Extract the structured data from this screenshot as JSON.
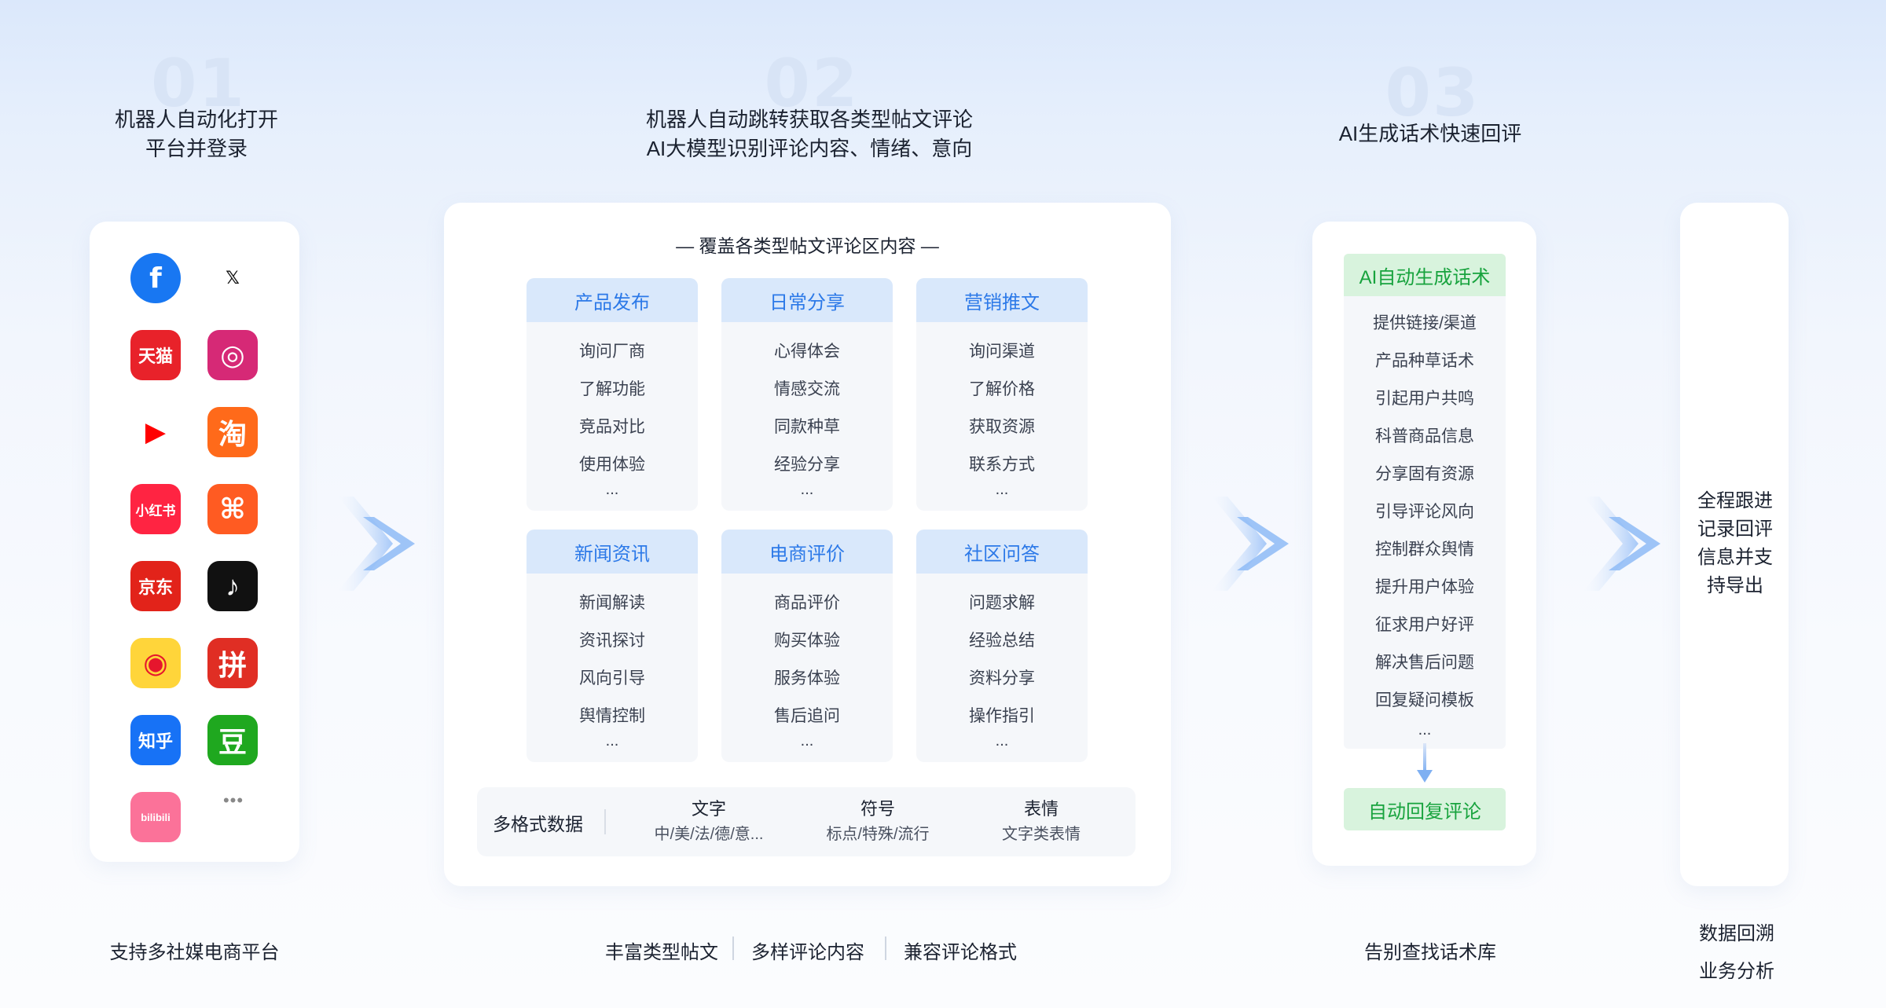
{
  "steps": [
    {
      "num": "01",
      "title_l1": "机器人自动化打开",
      "title_l2": "平台并登录"
    },
    {
      "num": "02",
      "title_l1": "机器人自动跳转获取各类型帖文评论",
      "title_l2": "AI大模型识别评论内容、情绪、意向"
    },
    {
      "num": "03",
      "title_l1": "AI生成话术快速回评"
    }
  ],
  "platforms": [
    {
      "name": "facebook-icon",
      "glyph": "f",
      "bg": "#1877f2"
    },
    {
      "name": "x-icon",
      "glyph": "𝕏",
      "bg": "#ffffff"
    },
    {
      "name": "tmall-icon",
      "glyph": "天猫",
      "bg": "#e8222a"
    },
    {
      "name": "instagram-icon",
      "glyph": "◎",
      "bg": "#d62976"
    },
    {
      "name": "youtube-icon",
      "glyph": "▶",
      "bg": "#ffffff"
    },
    {
      "name": "taobao-icon",
      "glyph": "淘",
      "bg": "#ff6a1a"
    },
    {
      "name": "xiaohongshu-icon",
      "glyph": "小红书",
      "bg": "#ff2442"
    },
    {
      "name": "kuaishou-icon",
      "glyph": "⌘",
      "bg": "#ff5b22"
    },
    {
      "name": "jd-icon",
      "glyph": "京东",
      "bg": "#e2231a"
    },
    {
      "name": "tiktok-icon",
      "glyph": "♪",
      "bg": "#111111"
    },
    {
      "name": "weibo-icon",
      "glyph": "◉",
      "bg": "#ffd53a"
    },
    {
      "name": "pinduoduo-icon",
      "glyph": "拼",
      "bg": "#e02e24"
    },
    {
      "name": "zhihu-icon",
      "glyph": "知乎",
      "bg": "#1772f6"
    },
    {
      "name": "douban-icon",
      "glyph": "豆",
      "bg": "#1fa81f"
    },
    {
      "name": "bilibili-icon",
      "glyph": "bilibili",
      "bg": "#fb7299"
    }
  ],
  "more_platforms": "•••",
  "center_title": "— 覆盖各类型帖文评论区内容 —",
  "categories": [
    {
      "title": "产品发布",
      "items": [
        "询问厂商",
        "了解功能",
        "竞品对比",
        "使用体验"
      ]
    },
    {
      "title": "日常分享",
      "items": [
        "心得体会",
        "情感交流",
        "同款种草",
        "经验分享"
      ]
    },
    {
      "title": "营销推文",
      "items": [
        "询问渠道",
        "了解价格",
        "获取资源",
        "联系方式"
      ]
    },
    {
      "title": "新闻资讯",
      "items": [
        "新闻解读",
        "资讯探讨",
        "风向引导",
        "舆情控制"
      ]
    },
    {
      "title": "电商评价",
      "items": [
        "商品评价",
        "购买体验",
        "服务体验",
        "售后追问"
      ]
    },
    {
      "title": "社区问答",
      "items": [
        "问题求解",
        "经验总结",
        "资料分享",
        "操作指引"
      ]
    }
  ],
  "ellipsis": "...",
  "multi_format": {
    "label": "多格式数据",
    "cols": [
      {
        "a": "文字",
        "b": "中/美/法/德/意..."
      },
      {
        "a": "符号",
        "b": "标点/特殊/流行"
      },
      {
        "a": "表情",
        "b": "文字类表情"
      }
    ]
  },
  "ai": {
    "header": "AI自动生成话术",
    "items": [
      "提供链接/渠道",
      "产品种草话术",
      "引起用户共鸣",
      "科普商品信息",
      "分享固有资源",
      "引导评论风向",
      "控制群众舆情",
      "提升用户体验",
      "征求用户好评",
      "解决售后问题",
      "回复疑问模板"
    ],
    "reply": "自动回复评论"
  },
  "side_text": [
    "全程跟进",
    "记录回评",
    "信息并支",
    "持导出"
  ],
  "bottom": {
    "b1": "支持多社媒电商平台",
    "b2": [
      "丰富类型帖文",
      "多样评论内容",
      "兼容评论格式"
    ],
    "b3": "告别查找话术库",
    "b4": [
      "数据回溯",
      "业务分析"
    ]
  }
}
